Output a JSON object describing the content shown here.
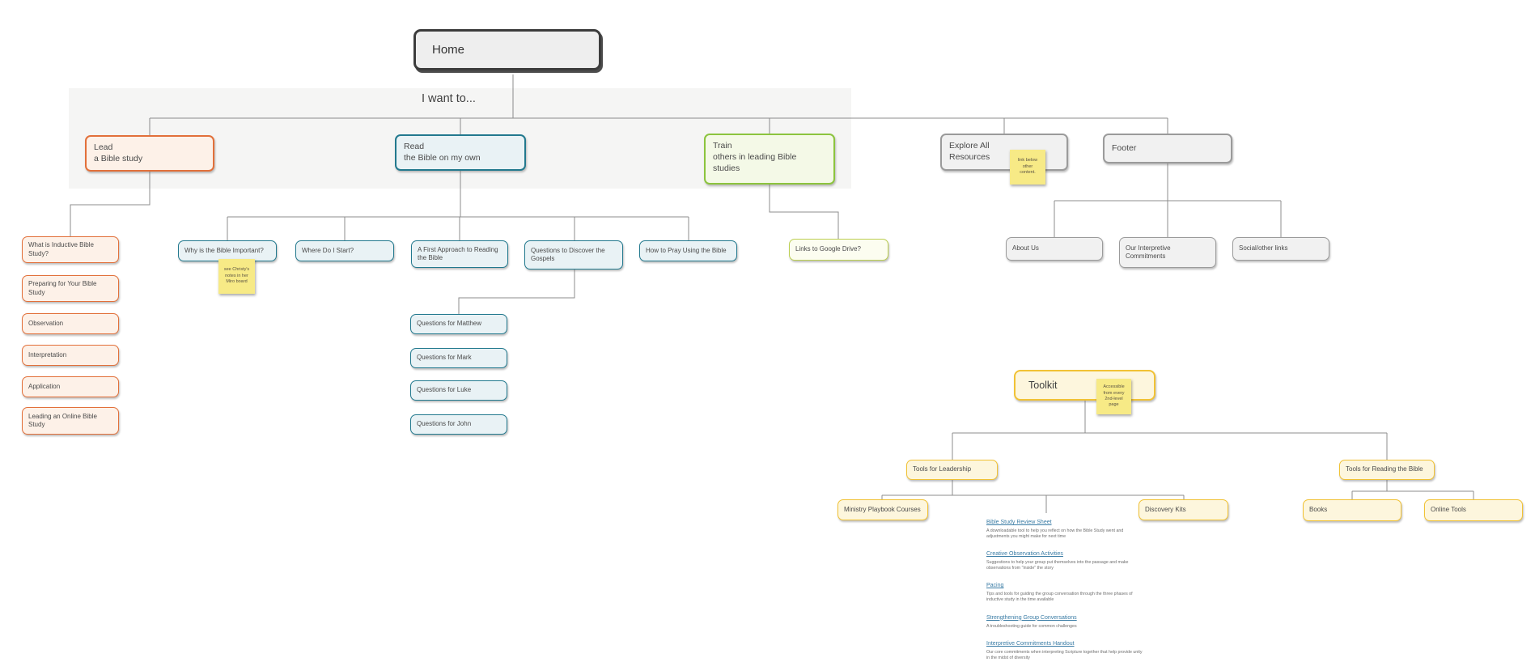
{
  "home": {
    "label": "Home"
  },
  "band": {
    "label": "I want to..."
  },
  "lead": {
    "label": "Lead\na Bible study",
    "children": [
      "What is Inductive Bible Study?",
      "Preparing for Your Bible Study",
      "Observation",
      "Interpretation",
      "Application",
      "Leading an Online Bible Study"
    ]
  },
  "read": {
    "label": "Read\nthe Bible on my own",
    "children": [
      "Why is the Bible Important?",
      "Where Do I Start?",
      "A First Approach to Reading the Bible",
      "Questions to Discover the Gospels",
      "How to Pray Using the Bible"
    ],
    "gospels": [
      "Questions for Matthew",
      "Questions for Mark",
      "Questions for Luke",
      "Questions for John"
    ]
  },
  "train": {
    "label": "Train\nothers in leading Bible\nstudies",
    "children": [
      "Links to Google Drive?"
    ]
  },
  "explore": {
    "label": "Explore All\nResources"
  },
  "footer": {
    "label": "Footer",
    "children": [
      "About Us",
      "Our Interpretive Commitments",
      "Social/other links"
    ]
  },
  "toolkit": {
    "label": "Toolkit",
    "children": [
      "Tools for Leadership",
      "Tools for Reading the Bible"
    ]
  },
  "leadership": {
    "children": [
      "Ministry Playbook Courses",
      "Discovery Kits"
    ],
    "links": [
      {
        "title": "Bible Study Review Sheet",
        "desc": "A downloadable tool to help you reflect on how the Bible Study went and adjustments you might make for next time"
      },
      {
        "title": "Creative Observation Activities",
        "desc": "Suggestions to help your group put themselves into the passage and make observations from \"inside\" the story"
      },
      {
        "title": "Pacing",
        "desc": "Tips and tools for guiding the group conversation through the three phases of inductive study in the time available"
      },
      {
        "title": "Strengthening Group Conversations",
        "desc": "A troubleshooting guide for common challenges"
      },
      {
        "title": "Interpretive Commitments Handout",
        "desc": "Our core commitments when interpreting Scripture together that help provide unity in the midst of diversity"
      }
    ]
  },
  "reading": {
    "children": [
      "Books",
      "Online Tools"
    ]
  },
  "stickies": {
    "miro": "see Christy's\nnotes in her\nMiro board",
    "link_below": "link below\nother\ncontent.",
    "accessible": "Accessible\nfrom every\n2nd-level\npage"
  },
  "colors": {
    "orange": "#e2703a",
    "teal": "#22798e",
    "green": "#8cc43e",
    "light_green": "#bccf52",
    "gray": "#9b9b9b",
    "yellow": "#f1c235",
    "sticky": "#f7ea86",
    "link": "#3a7ca5"
  }
}
